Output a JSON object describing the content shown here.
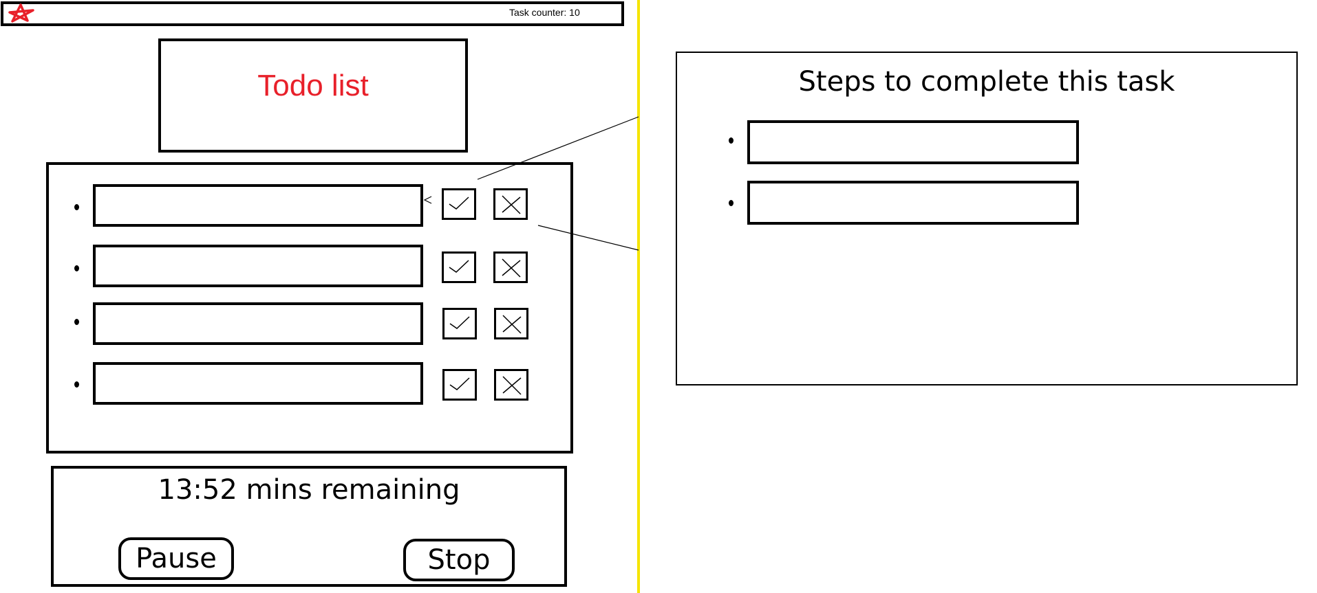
{
  "header": {
    "task_counter": "Task counter: 10",
    "logo_color": "#e8202a"
  },
  "todo": {
    "title": "Todo list",
    "title_color": "#e8202a",
    "tasks": [
      {
        "value": "",
        "done_icon": "check-icon",
        "remove_icon": "x-icon"
      },
      {
        "value": "",
        "done_icon": "check-icon",
        "remove_icon": "x-icon"
      },
      {
        "value": "",
        "done_icon": "check-icon",
        "remove_icon": "x-icon"
      },
      {
        "value": "",
        "done_icon": "check-icon",
        "remove_icon": "x-icon"
      }
    ]
  },
  "timer": {
    "remaining_text": "13:52 mins remaining",
    "pause_label": "Pause",
    "stop_label": "Stop"
  },
  "steps": {
    "title": "Steps to complete this task",
    "items": [
      {
        "value": ""
      },
      {
        "value": ""
      }
    ]
  },
  "divider_color": "#f5e400"
}
